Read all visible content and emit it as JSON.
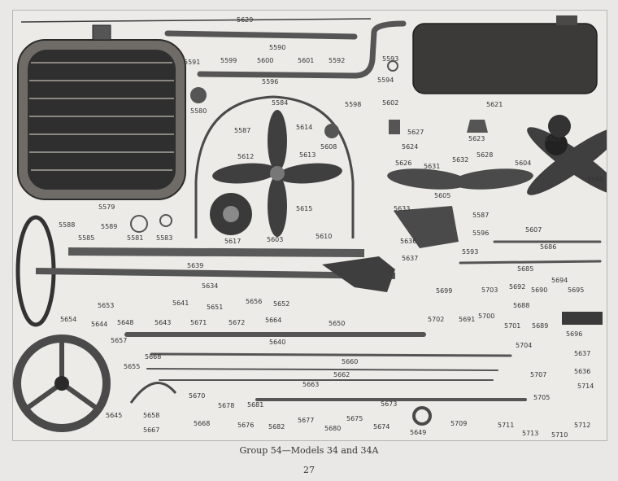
{
  "caption": "Group 54—Models 34 and 34A",
  "page_number": "27",
  "part_numbers": [
    "5629",
    "5590",
    "5591",
    "5599",
    "5600",
    "5601",
    "5592",
    "5593",
    "5594",
    "5596",
    "5598",
    "5602",
    "5580",
    "5584",
    "5621",
    "5587",
    "5614",
    "5608",
    "5612",
    "5613",
    "5627",
    "5624",
    "5623",
    "5622",
    "5626",
    "5631",
    "5632",
    "5628",
    "5604",
    "5598",
    "5605",
    "5579",
    "5615",
    "5633",
    "5587",
    "5588",
    "5589",
    "5585",
    "5581",
    "5583",
    "5617",
    "5603",
    "5610",
    "5636",
    "5596",
    "5607",
    "5637",
    "5593",
    "5686",
    "5639",
    "5685",
    "5634",
    "5699",
    "5703",
    "5692",
    "5694",
    "5690",
    "5695",
    "5641",
    "5653",
    "5651",
    "5656",
    "5652",
    "5688",
    "5654",
    "5644",
    "5648",
    "5643",
    "5671",
    "5672",
    "5664",
    "5650",
    "5702",
    "5691",
    "5700",
    "5701",
    "5689",
    "5696",
    "5657",
    "5640",
    "5637",
    "5668",
    "5704",
    "5655",
    "5660",
    "5707",
    "5636",
    "5662",
    "5714",
    "5663",
    "5670",
    "5705",
    "5658",
    "5678",
    "5681",
    "5673",
    "5677",
    "5675",
    "5645",
    "5668",
    "5676",
    "5682",
    "5680",
    "5674",
    "5649",
    "5709",
    "5711",
    "5713",
    "5712",
    "5667",
    "5710"
  ]
}
